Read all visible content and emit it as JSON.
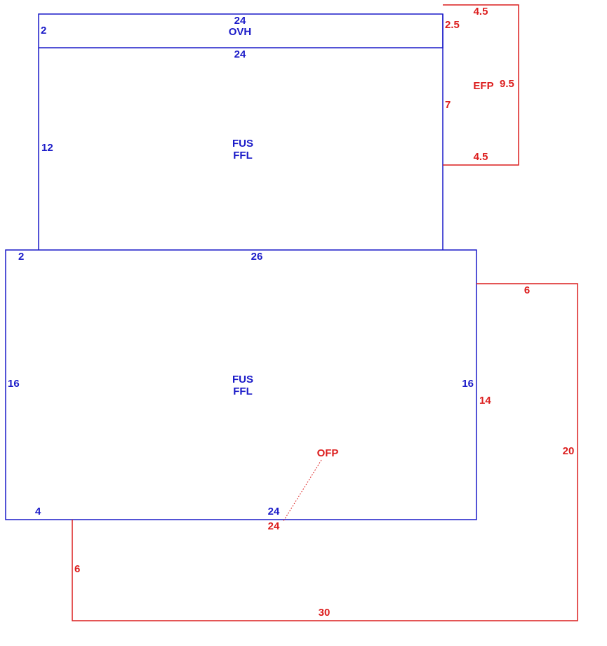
{
  "colors": {
    "living": "#1a1ac8",
    "porch": "#dc1e1e"
  },
  "ovh": {
    "code": "OVH",
    "top": "24",
    "bottom": "24",
    "left": "2"
  },
  "upper": {
    "code1": "FUS",
    "code2": "FFL",
    "left": "12",
    "right_top": "2.5",
    "right": "7"
  },
  "lower": {
    "code1": "FUS",
    "code2": "FFL",
    "top": "26",
    "left_top": "2",
    "left": "16",
    "right": "16",
    "bottom": "24",
    "bottom_left": "4"
  },
  "efp": {
    "code": "EFP",
    "top": "4.5",
    "right": "9.5",
    "bottom": "4.5"
  },
  "ofp": {
    "code": "OFP",
    "top": "24",
    "top_right": "6",
    "right_inner": "14",
    "right": "20",
    "bottom": "30",
    "left": "6"
  }
}
